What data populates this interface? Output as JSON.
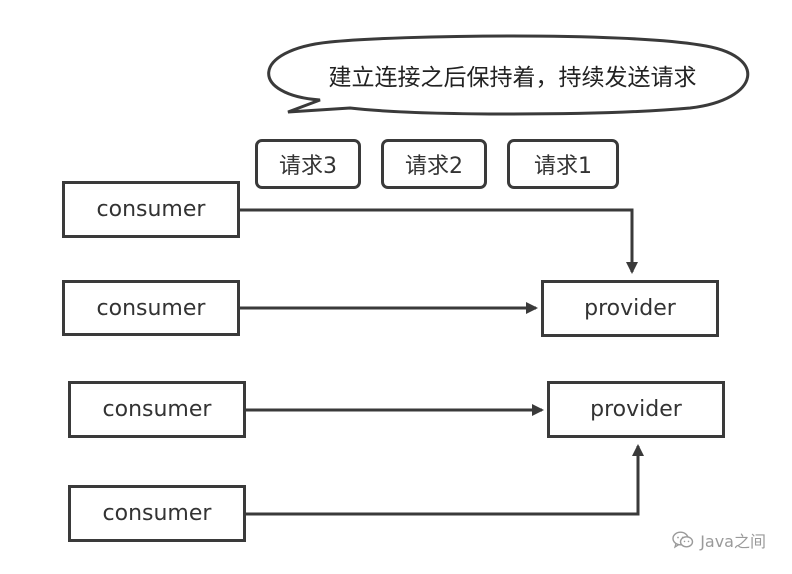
{
  "bubble": {
    "text": "建立连接之后保持着，持续发送请求"
  },
  "requests": [
    {
      "label": "请求3"
    },
    {
      "label": "请求2"
    },
    {
      "label": "请求1"
    }
  ],
  "consumers": [
    {
      "label": "consumer"
    },
    {
      "label": "consumer"
    },
    {
      "label": "consumer"
    },
    {
      "label": "consumer"
    }
  ],
  "providers": [
    {
      "label": "provider"
    },
    {
      "label": "provider"
    }
  ],
  "watermark": {
    "text": "Java之间",
    "icon": "wechat-icon"
  },
  "colors": {
    "stroke": "#3a3a3a",
    "text": "#333333",
    "watermark": "#9a9a9a"
  }
}
